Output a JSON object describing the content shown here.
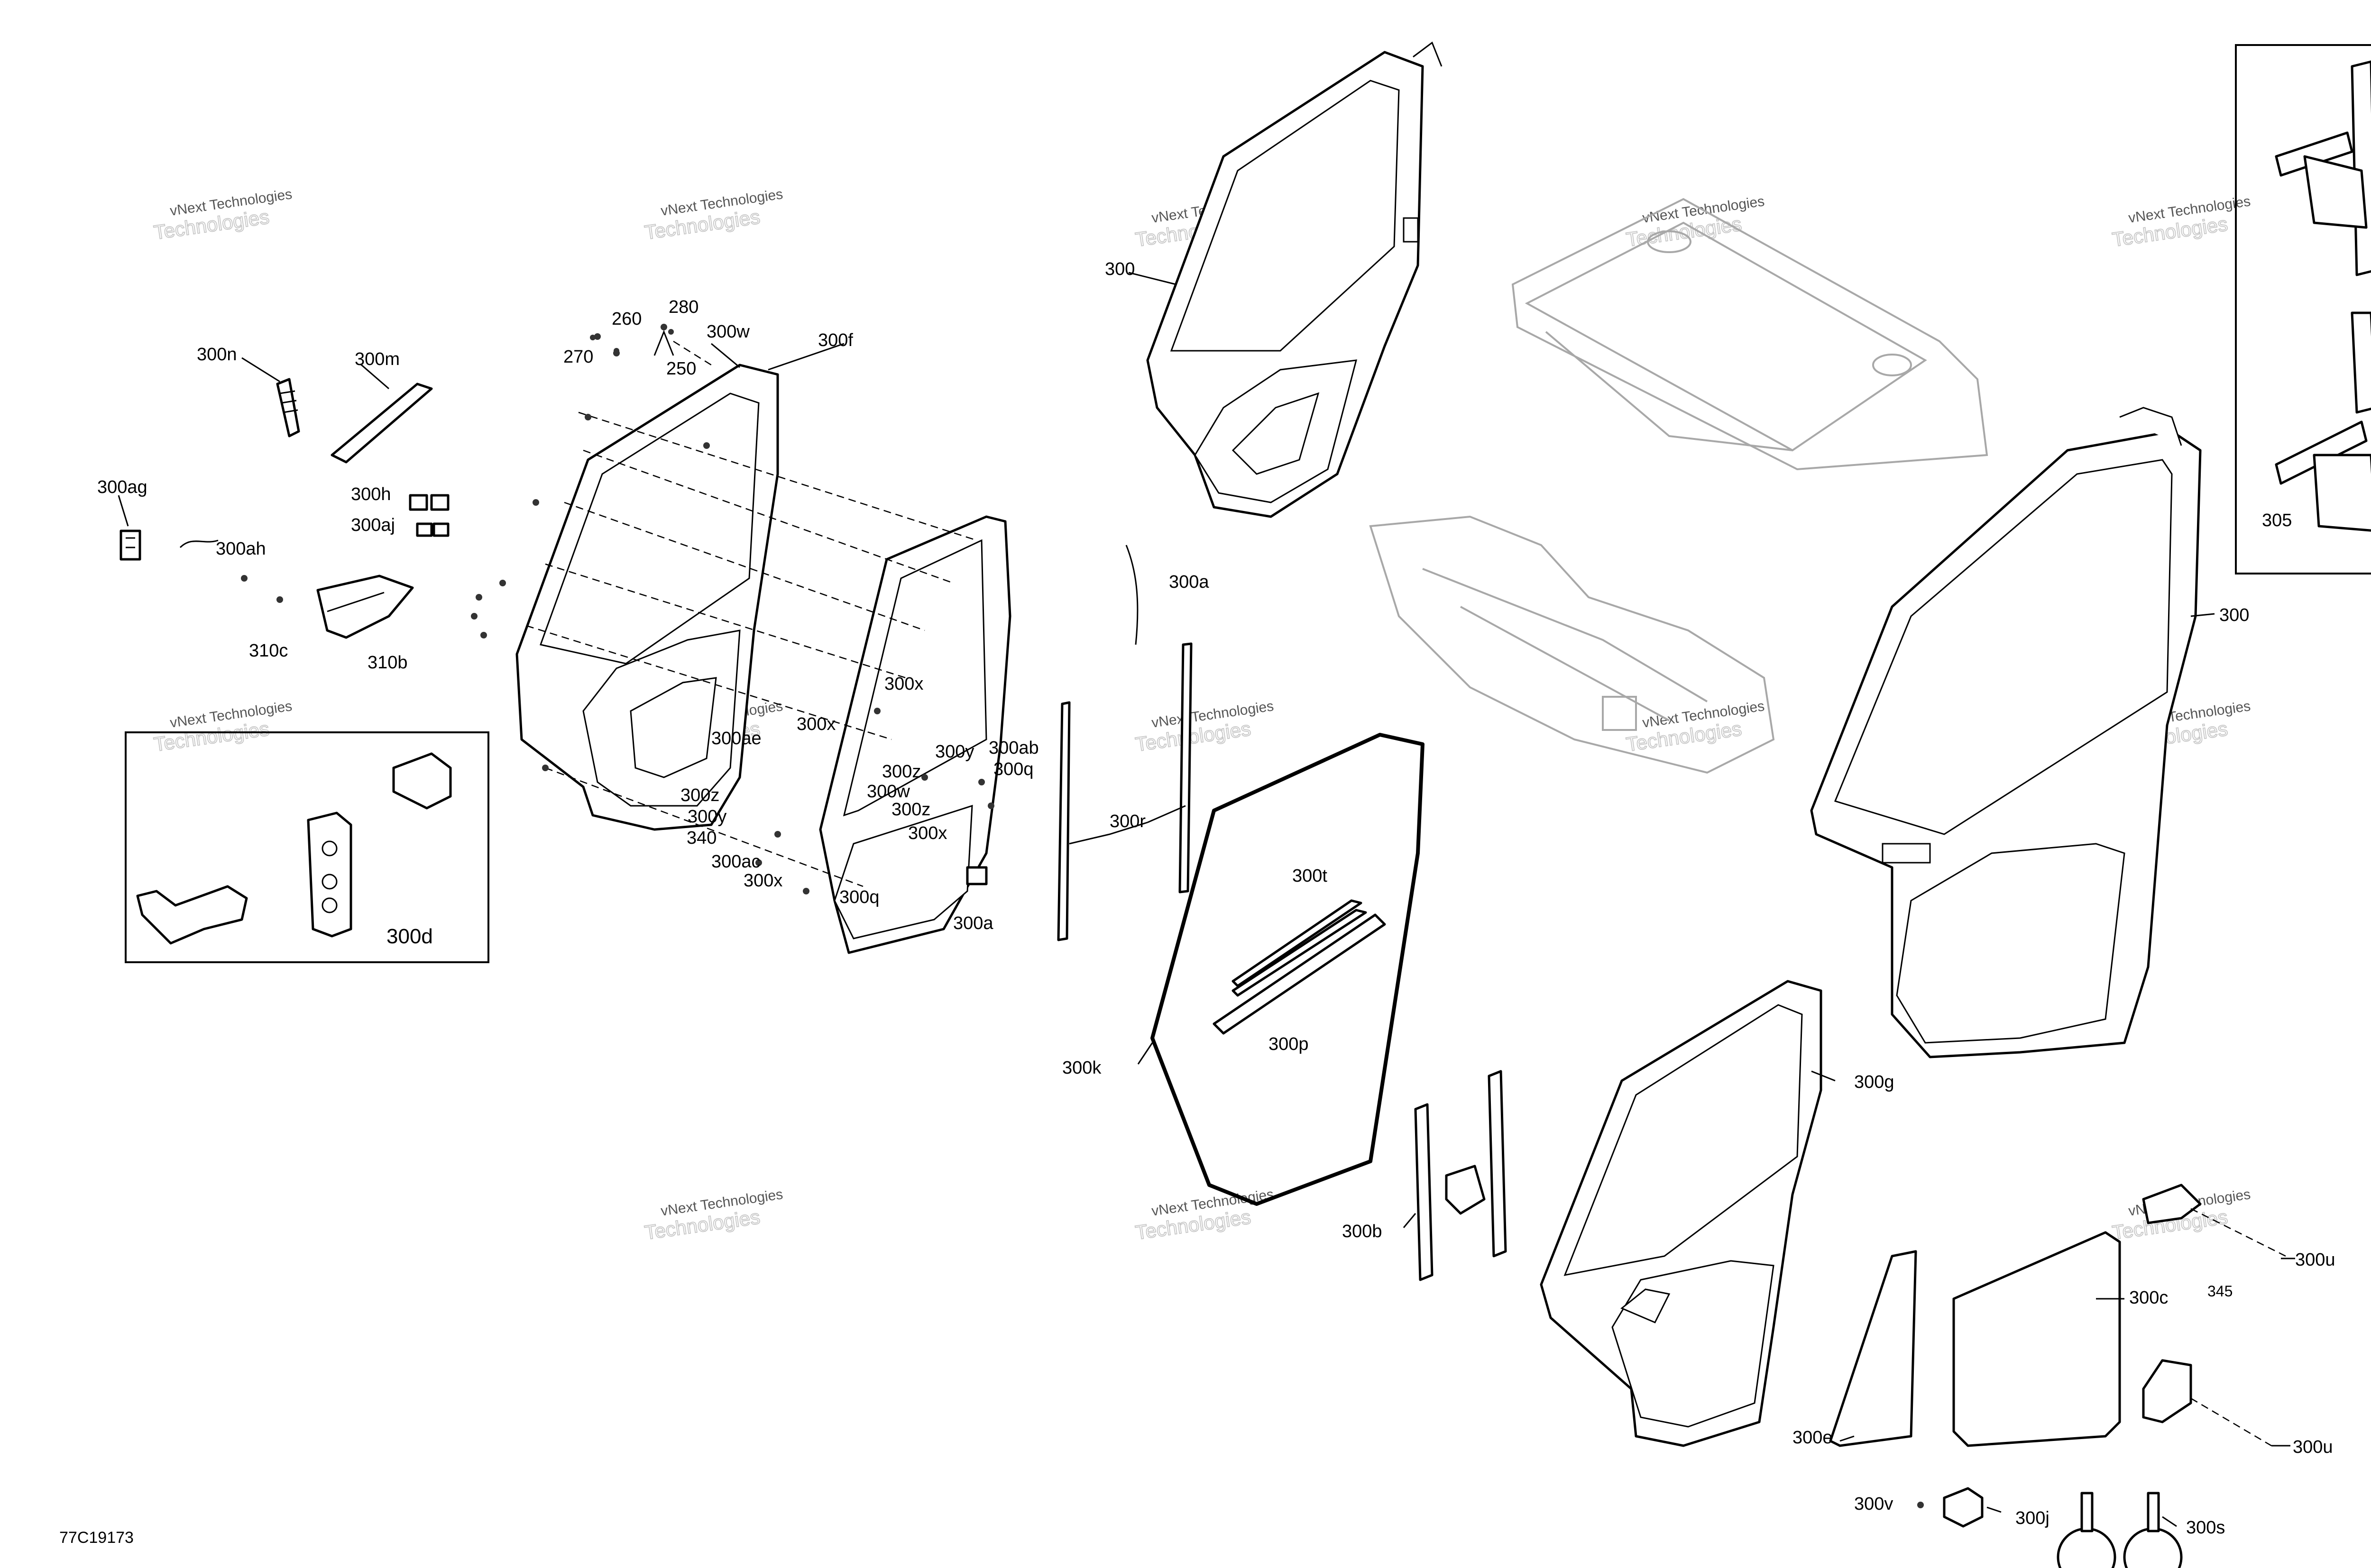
{
  "diagram_code": "77C19173",
  "watermark": {
    "line1": "vNext Technologies",
    "line2": "Technologies"
  },
  "callouts": [
    {
      "id": "c300n",
      "text": "300n"
    },
    {
      "id": "c300m",
      "text": "300m"
    },
    {
      "id": "c300ag",
      "text": "300ag"
    },
    {
      "id": "c300ah",
      "text": "300ah"
    },
    {
      "id": "c300h",
      "text": "300h"
    },
    {
      "id": "c300aj",
      "text": "300aj"
    },
    {
      "id": "c310c",
      "text": "310c"
    },
    {
      "id": "c310b",
      "text": "310b"
    },
    {
      "id": "c260",
      "text": "260"
    },
    {
      "id": "c280",
      "text": "280"
    },
    {
      "id": "c270",
      "text": "270"
    },
    {
      "id": "c250",
      "text": "250"
    },
    {
      "id": "c300w_top",
      "text": "300w"
    },
    {
      "id": "c300f",
      "text": "300f"
    },
    {
      "id": "c300d",
      "text": "300d"
    },
    {
      "id": "c300ae",
      "text": "300ae"
    },
    {
      "id": "c300x_a",
      "text": "300x"
    },
    {
      "id": "c300x_b",
      "text": "300x"
    },
    {
      "id": "c300z_a",
      "text": "300z"
    },
    {
      "id": "c300y_a",
      "text": "300y"
    },
    {
      "id": "c340",
      "text": "340"
    },
    {
      "id": "c300ac",
      "text": "300ac"
    },
    {
      "id": "c300x_c",
      "text": "300x"
    },
    {
      "id": "c300y_b",
      "text": "300y"
    },
    {
      "id": "c300z_b",
      "text": "300z"
    },
    {
      "id": "c300w_mid",
      "text": "300w"
    },
    {
      "id": "c300z_c",
      "text": "300z"
    },
    {
      "id": "c300x_d",
      "text": "300x"
    },
    {
      "id": "c300q_a",
      "text": "300q"
    },
    {
      "id": "c300ab",
      "text": "300ab"
    },
    {
      "id": "c300q_b",
      "text": "300q"
    },
    {
      "id": "c300a_a",
      "text": "300a"
    },
    {
      "id": "c300_top",
      "text": "300"
    },
    {
      "id": "c300a_b",
      "text": "300a"
    },
    {
      "id": "c300r",
      "text": "300r"
    },
    {
      "id": "c300t",
      "text": "300t"
    },
    {
      "id": "c300p",
      "text": "300p"
    },
    {
      "id": "c300k",
      "text": "300k"
    },
    {
      "id": "c300b",
      "text": "300b"
    },
    {
      "id": "c300g",
      "text": "300g"
    },
    {
      "id": "c300_right",
      "text": "300"
    },
    {
      "id": "c305",
      "text": "305"
    },
    {
      "id": "c300u_a",
      "text": "300u"
    },
    {
      "id": "c345",
      "text": "345"
    },
    {
      "id": "c300c",
      "text": "300c"
    },
    {
      "id": "c300u_b",
      "text": "300u"
    },
    {
      "id": "c300e",
      "text": "300e"
    },
    {
      "id": "c300v",
      "text": "300v"
    },
    {
      "id": "c300j",
      "text": "300j"
    },
    {
      "id": "c300s",
      "text": "300s"
    }
  ]
}
